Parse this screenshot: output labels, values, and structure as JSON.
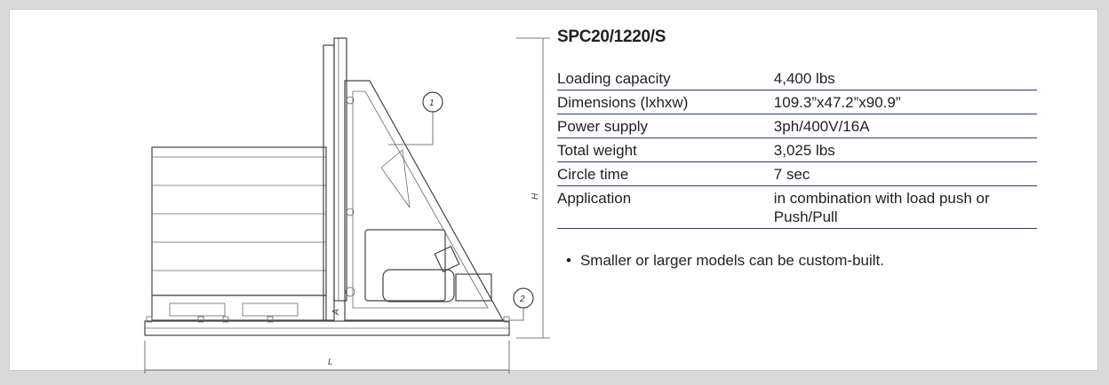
{
  "drawing": {
    "callouts": [
      "1",
      "2"
    ],
    "dimension_labels": {
      "height": "H",
      "length": "L",
      "clearance": "A"
    }
  },
  "spec": {
    "title": "SPC20/1220/S",
    "rows": [
      {
        "label": "Loading capacity",
        "value": "4,400 lbs"
      },
      {
        "label": "Dimensions (lxhxw)",
        "value": "109.3”x47.2”x90.9”"
      },
      {
        "label": "Power supply",
        "value": "3ph/400V/16A"
      },
      {
        "label": "Total weight",
        "value": "3,025 lbs"
      },
      {
        "label": "Circle time",
        "value": "7 sec"
      },
      {
        "label": "Application",
        "value": "in combination with load push or Push/Pull"
      }
    ],
    "note": "Smaller or larger models can be custom-built.",
    "rule_color": "#2b3b74"
  }
}
